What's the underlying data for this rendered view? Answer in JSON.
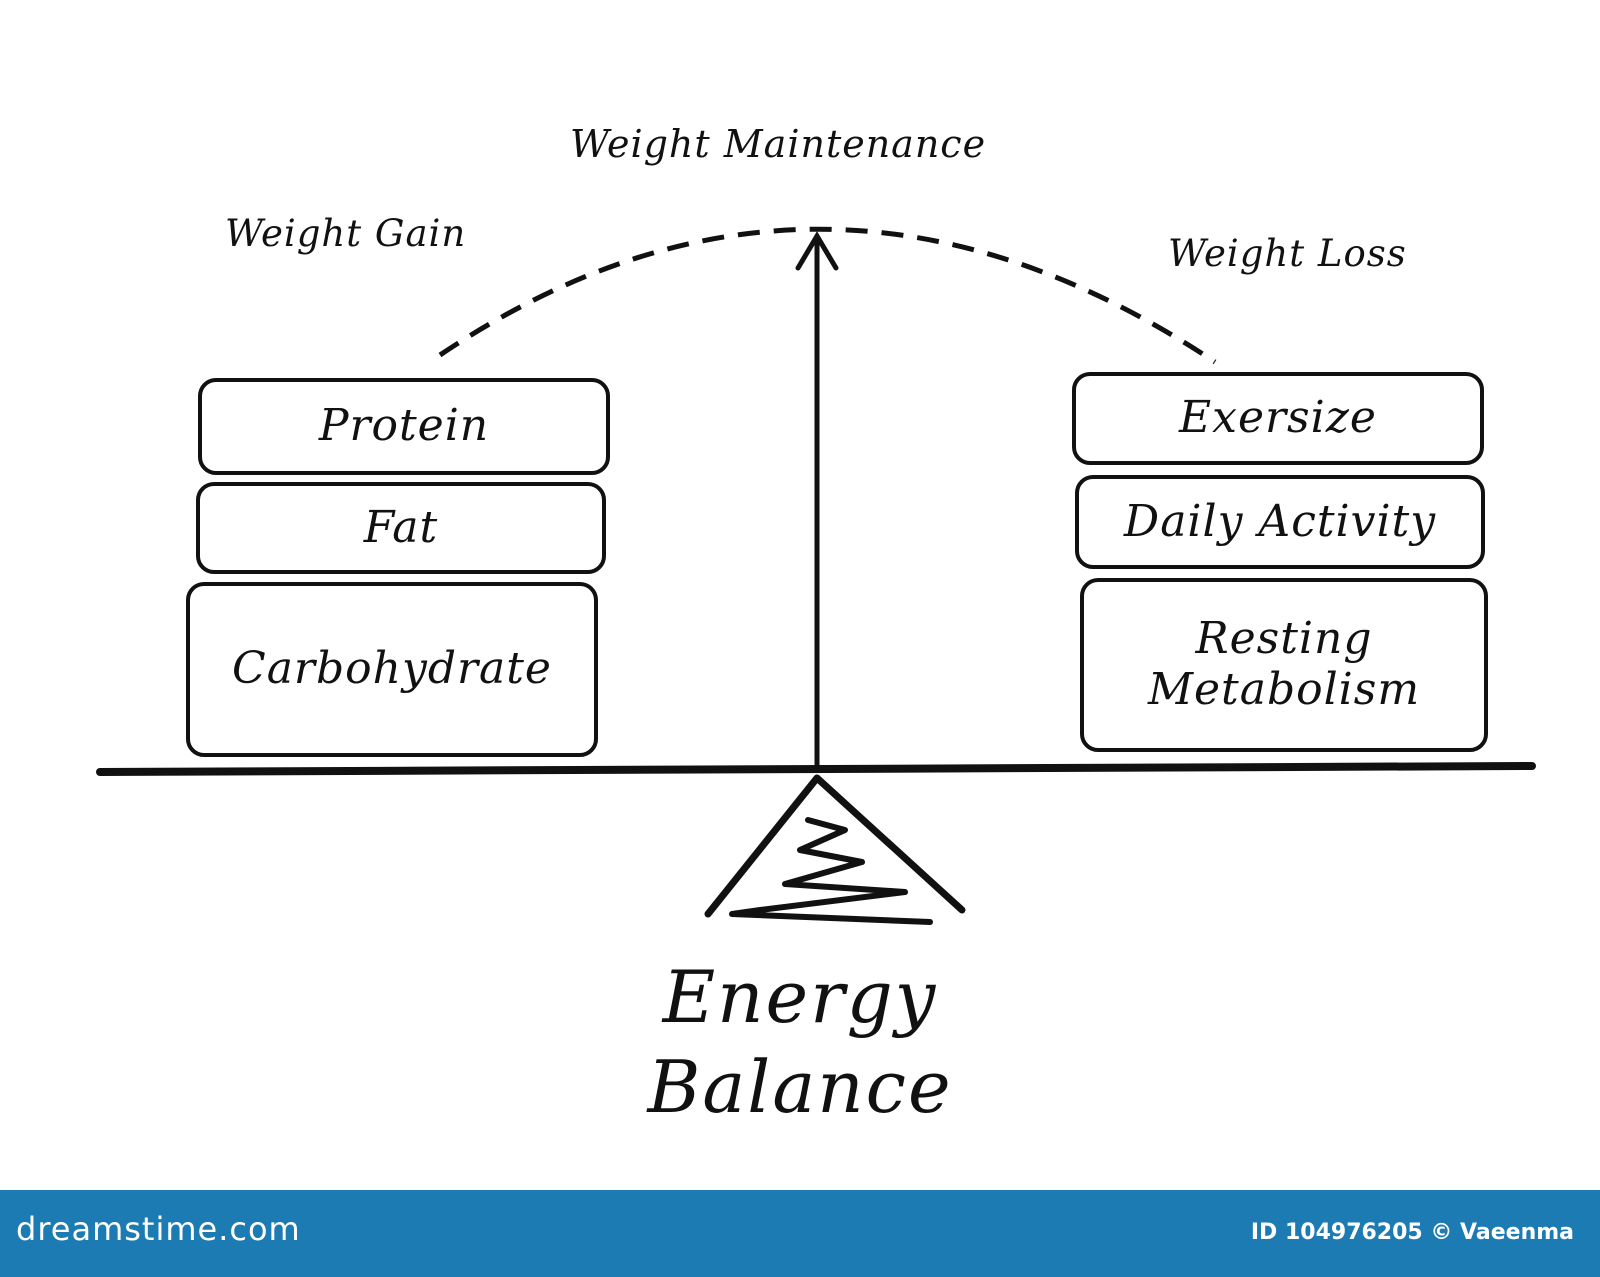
{
  "diagram": {
    "top_label": "Weight Maintenance",
    "left_label": "Weight Gain",
    "right_label": "Weight Loss",
    "left_stack": [
      "Protein",
      "Fat",
      "Carbohydrate"
    ],
    "right_stack": {
      "exercise": "Exersize",
      "daily_activity": "Daily Activity",
      "resting_line1": "Resting",
      "resting_line2": "Metabolism"
    },
    "title_line1": "Energy",
    "title_line2": "Balance"
  },
  "footer": {
    "logo": "dreamstime.com",
    "id_text": "ID 104976205 © Vaeenma",
    "background_color": "#1d7bb4"
  }
}
